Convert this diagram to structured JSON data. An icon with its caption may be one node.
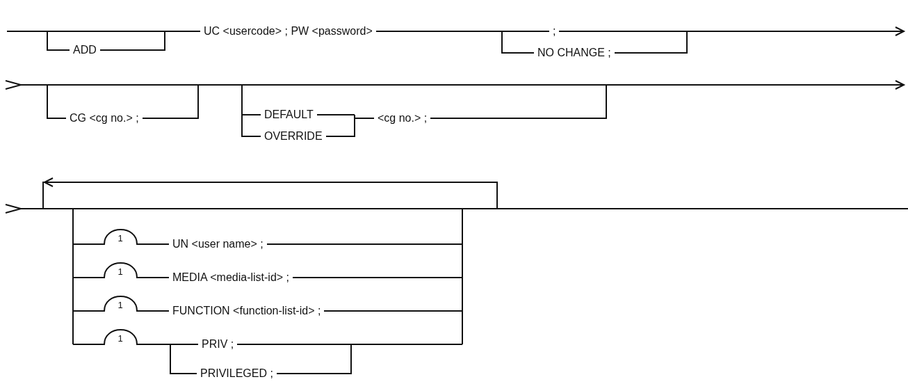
{
  "diagram": {
    "labels": [
      "UC <usercode> ; PW <password>",
      ";",
      "ADD",
      "NO CHANGE ;",
      "DEFAULT",
      "CG <cg no.> ;",
      "<cg no.> ;",
      "OVERRIDE",
      "1",
      "UN <user name> ;",
      "1",
      "MEDIA <media-list-id> ;",
      "1",
      "FUNCTION <function-list-id> ;",
      "1",
      "PRIV ;",
      "PRIVILEGED ;"
    ]
  }
}
